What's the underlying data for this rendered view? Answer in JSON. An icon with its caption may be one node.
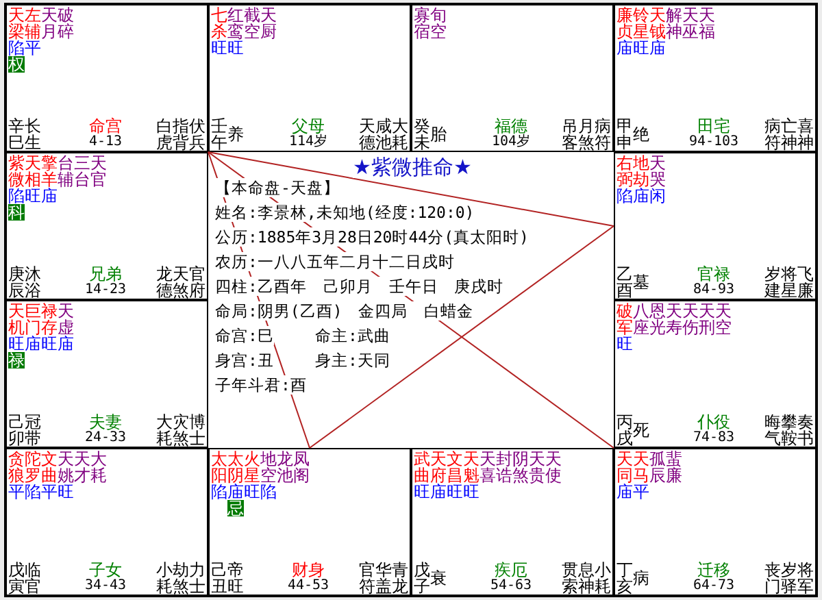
{
  "diagram": {
    "title": "★紫微推命★",
    "nodes": [
      {
        "text": [
          "天梁",
          "左辅",
          "天月",
          "破碎",
          "陷平",
          "权",
          "辛巳",
          "长生",
          "命宫",
          "4-13",
          "白虎",
          "指背",
          "伏兵"
        ]
      },
      {
        "text": [
          "七杀",
          "红鸾",
          "截空",
          "天厨",
          "旺旺",
          "壬午",
          "养",
          "父母",
          "114岁",
          "天德",
          "咸池",
          "大耗"
        ]
      },
      {
        "text": [
          "寡宿",
          "旬空",
          "癸未",
          "胎",
          "福德",
          "104岁",
          "吊客",
          "月煞",
          "病符"
        ]
      },
      {
        "text": [
          "廉贞",
          "铃星",
          "天钺",
          "解神",
          "天巫",
          "天福",
          "庙旺庙",
          "甲申",
          "绝",
          "田宅",
          "94-103",
          "病符",
          "亡神",
          "喜神"
        ]
      },
      {
        "text": [
          "紫微",
          "天相",
          "擎羊",
          "台辅",
          "三台",
          "天官",
          "陷旺庙",
          "科",
          "庚辰",
          "沐浴",
          "兄弟",
          "14-23",
          "龙德",
          "天煞",
          "官府"
        ]
      },
      {
        "text": [
          "右弼",
          "地劫",
          "天哭",
          "陷庙闲",
          "乙酉",
          "墓",
          "官禄",
          "84-93",
          "岁建",
          "将星",
          "飞廉"
        ]
      },
      {
        "text": [
          "天机",
          "巨门",
          "禄存",
          "天虚",
          "旺庙旺庙",
          "禄",
          "己卯",
          "冠带",
          "夫妻",
          "24-33",
          "大耗",
          "灾煞",
          "博士"
        ]
      },
      {
        "text": [
          "破军",
          "八座",
          "恩光",
          "天寿",
          "天伤",
          "天刑",
          "天空",
          "旺",
          "丙戌",
          "死",
          "仆役",
          "74-83",
          "晦气",
          "攀鞍",
          "奏书"
        ]
      },
      {
        "text": [
          "贪狼",
          "陀罗",
          "文曲",
          "天姚",
          "天才",
          "大耗",
          "平陷平旺",
          "戊寅",
          "临官",
          "子女",
          "34-43",
          "小耗",
          "劫煞",
          "力士"
        ]
      },
      {
        "text": [
          "太阳",
          "太阴",
          "火星",
          "地空",
          "龙池",
          "凤阁",
          "陷庙旺陷",
          "忌",
          "己丑",
          "帝旺",
          "财身",
          "44-53",
          "官符",
          "华盖",
          "青龙"
        ]
      },
      {
        "text": [
          "武曲",
          "天府",
          "文昌",
          "天魁",
          "天喜",
          "封诰",
          "阴煞",
          "天贵",
          "天使",
          "旺庙旺旺",
          "戊子",
          "衰",
          "疾厄",
          "54-63",
          "贯索",
          "息神",
          "小耗"
        ]
      },
      {
        "text": [
          "天同",
          "天马",
          "孤辰",
          "蜚廉",
          "庙平",
          "丁亥",
          "病",
          "迁移",
          "64-73",
          "丧门",
          "岁驿",
          "将军"
        ]
      }
    ],
    "edges": [
      {
        "from": 0,
        "to": 5,
        "arrow": "none"
      },
      {
        "from": 0,
        "to": 9,
        "arrow": "none"
      },
      {
        "from": 5,
        "to": 9,
        "arrow": "none"
      },
      {
        "from": 0,
        "to": 11,
        "arrow": "none"
      }
    ],
    "labels": [
      "【本命盘-天盘】",
      "姓名:李景林,未知地(经度:120:0)",
      "公历:1885年3月28日20时44分(真太阳时)",
      "农历:一八八五年二月十二日戌时",
      "四柱:乙酉年 己卯月 壬午日 庚戌时",
      "命局:阴男(乙酉) 金四局 白蜡金",
      "命宫:巳",
      "命主:武曲",
      "身宫:丑",
      "身主:天同",
      "子年斗君:酉"
    ]
  }
}
